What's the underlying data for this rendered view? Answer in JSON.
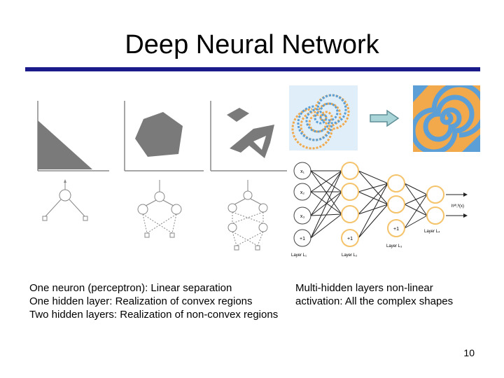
{
  "slide": {
    "title": "Deep Neural Network",
    "page_number": "10",
    "colors": {
      "rule": "#1a1a8a",
      "region": "#7a7a7a",
      "spiral_blue": "#5b9fd6",
      "spiral_orange": "#f2a94c",
      "neuron": "#f5c36b"
    }
  },
  "captions": {
    "left": [
      "One neuron (perceptron): Linear separation",
      "One hidden layer: Realization of convex regions",
      "Two hidden layers: Realization of non-convex regions"
    ],
    "right": [
      "Multi-hidden layers non-linear",
      "activation: All the complex shapes"
    ]
  },
  "network": {
    "inputs": [
      "x₁",
      "x₂",
      "x₃",
      "+1"
    ],
    "hidden_bias_1": "+1",
    "hidden_bias_2": "+1",
    "output_label": "hᵂ,ᵇ(x)",
    "layer_labels": [
      "Layer L₁",
      "Layer L₂",
      "Layer L₃",
      "Layer L₄"
    ]
  },
  "icons": [
    "region-plot",
    "network-diagram",
    "spiral-dataset",
    "arrow-right-icon"
  ]
}
